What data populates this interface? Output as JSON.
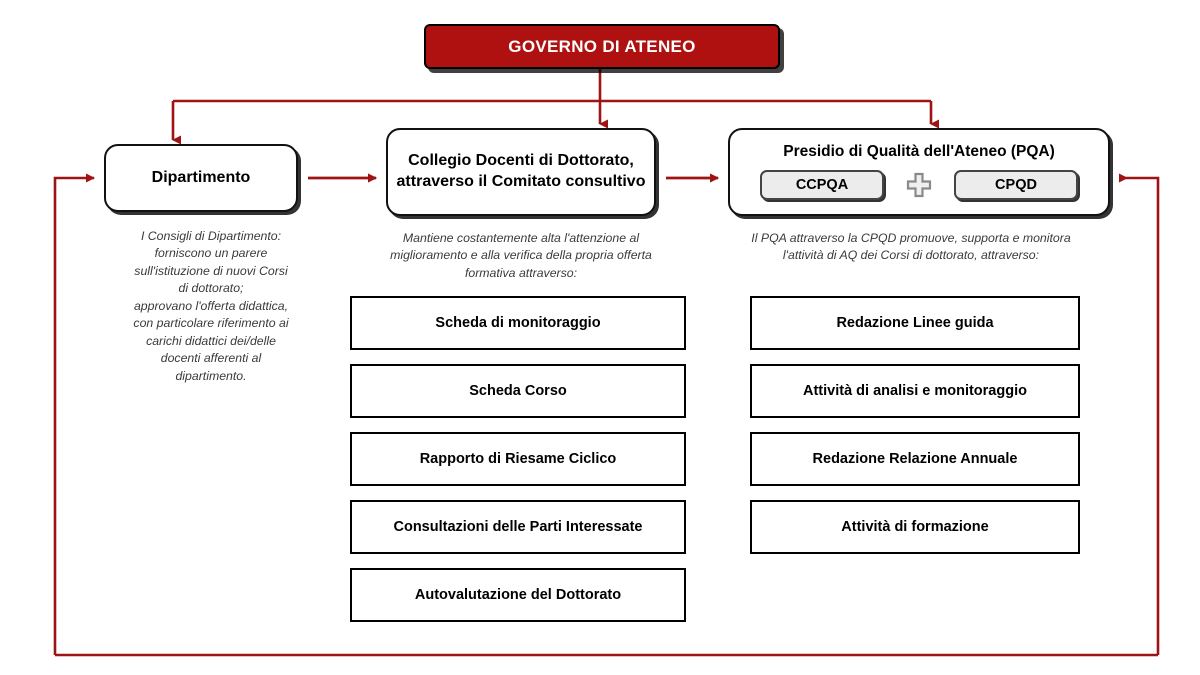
{
  "colors": {
    "accent_red": "#AF1010",
    "connector_red": "#9E1414",
    "box_border": "#000000",
    "chip_fill": "#ECECEC",
    "banner_text": "#FFFFFF"
  },
  "top": {
    "title": "GOVERNO DI ATENEO"
  },
  "columns": {
    "department": {
      "title": "Dipartimento",
      "caption": "I Consigli di Dipartimento:\nforniscono un parere\nsull'istituzione di nuovi Corsi\ndi dottorato;\napprovano l'offerta didattica,\ncon particolare riferimento ai\ncarichi didattici dei/delle\ndocenti afferenti al\ndipartimento."
    },
    "college": {
      "title": "Collegio Docenti di Dottorato, attraverso il Comitato consultivo",
      "caption": "Mantiene costantemente alta l'attenzione al miglioramento e alla verifica della propria offerta formativa attraverso:",
      "items": [
        "Scheda di monitoraggio",
        "Scheda Corso",
        "Rapporto di Riesame Ciclico",
        "Consultazioni delle Parti Interessate",
        "Autovalutazione del Dottorato"
      ]
    },
    "pqa": {
      "title": "Presidio di Qualità dell'Ateneo (PQA)",
      "chip_left": "CCPQA",
      "chip_right": "CPQD",
      "plus_icon": "plus-icon",
      "caption": "Il PQA attraverso la CPQD promuove, supporta e monitora l'attività di AQ dei Corsi di dottorato, attraverso:",
      "items": [
        "Redazione Linee guida",
        "Attività di analisi e monitoraggio",
        "Redazione Relazione Annuale",
        "Attività di formazione"
      ]
    }
  }
}
